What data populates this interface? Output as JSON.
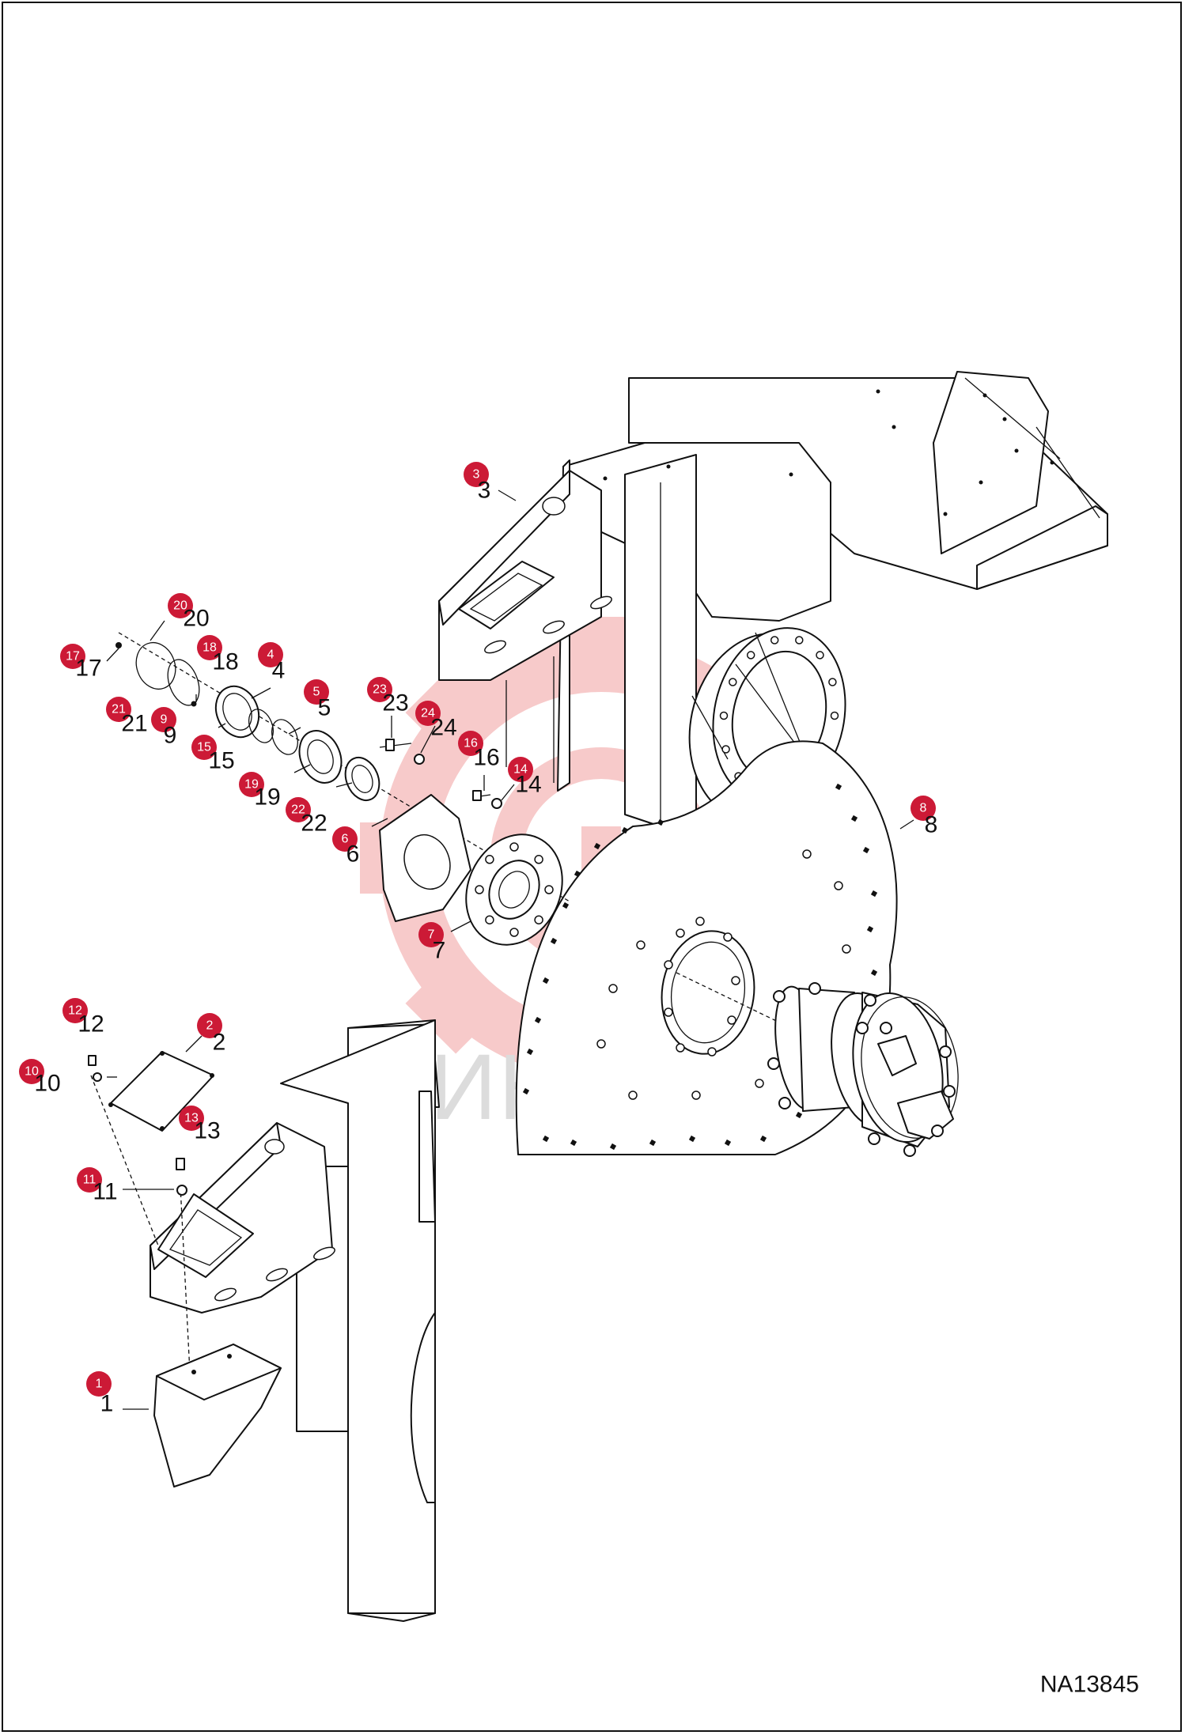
{
  "watermark": {
    "text": "ИНТЕХ",
    "gear_color": "#f6c5c5",
    "text_color": "#dcdcdc"
  },
  "reference_code": "NA13845",
  "callout_color": "#cc1a36",
  "parts": [
    {
      "id": "1",
      "label": "1"
    },
    {
      "id": "2",
      "label": "2"
    },
    {
      "id": "3",
      "label": "3"
    },
    {
      "id": "4",
      "label": "4"
    },
    {
      "id": "5",
      "label": "5"
    },
    {
      "id": "6",
      "label": "6"
    },
    {
      "id": "7",
      "label": "7"
    },
    {
      "id": "8",
      "label": "8"
    },
    {
      "id": "9",
      "label": "9"
    },
    {
      "id": "10",
      "label": "10"
    },
    {
      "id": "11",
      "label": "11"
    },
    {
      "id": "12",
      "label": "12"
    },
    {
      "id": "13",
      "label": "13"
    },
    {
      "id": "14",
      "label": "14"
    },
    {
      "id": "15",
      "label": "15"
    },
    {
      "id": "16",
      "label": "16"
    },
    {
      "id": "17",
      "label": "17"
    },
    {
      "id": "18",
      "label": "18"
    },
    {
      "id": "19",
      "label": "19"
    },
    {
      "id": "20",
      "label": "20"
    },
    {
      "id": "21",
      "label": "21"
    },
    {
      "id": "22",
      "label": "22"
    },
    {
      "id": "23",
      "label": "23"
    },
    {
      "id": "24",
      "label": "24"
    }
  ]
}
